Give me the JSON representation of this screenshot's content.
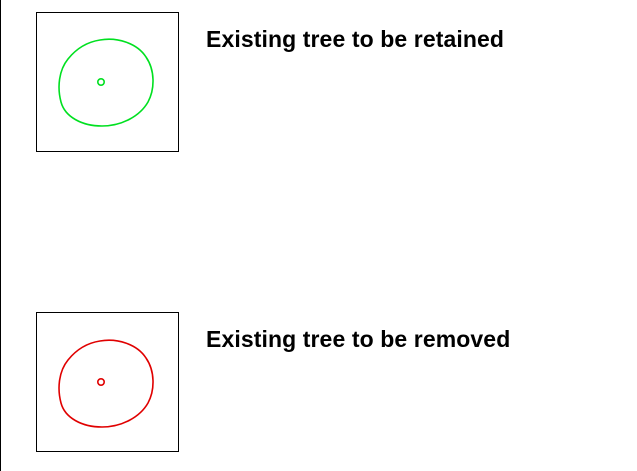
{
  "legend": {
    "items": [
      {
        "label": "Existing tree to be retained",
        "color": "#00e020",
        "symbol": "tree-canopy-outline-with-trunk-dot"
      },
      {
        "label": "Existing tree to be removed",
        "color": "#e00000",
        "symbol": "tree-canopy-outline-with-trunk-dot"
      }
    ]
  }
}
